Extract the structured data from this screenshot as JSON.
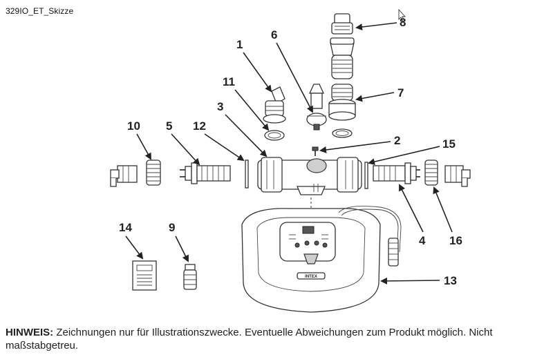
{
  "title": "329IO_ET_Skizze",
  "callouts": [
    "1",
    "2",
    "3",
    "4",
    "5",
    "6",
    "7",
    "8",
    "9",
    "10",
    "11",
    "12",
    "13",
    "14",
    "15",
    "16"
  ],
  "note": {
    "label": "HINWEIS:",
    "text": " Zeichnungen nur für Illustrationszwecke. Eventuelle Abweichungen zum Produkt möglich. Nicht maßstabgetreu."
  },
  "device": {
    "brand_plate": "INTEX"
  }
}
